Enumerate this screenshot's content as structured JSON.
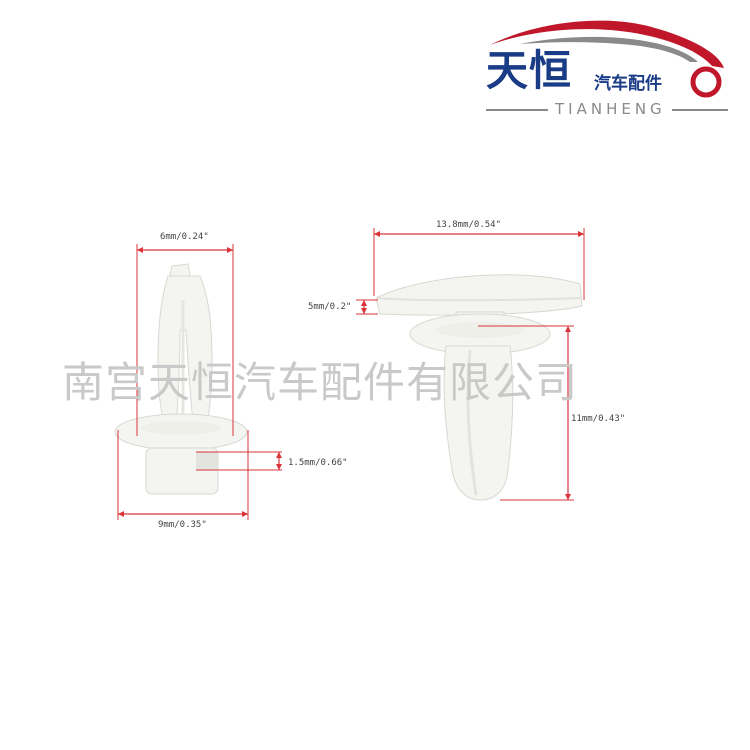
{
  "logo": {
    "name_cn": "天恒",
    "tagline_cn": "汽车配件",
    "name_en": "TIANHENG"
  },
  "watermark": "南宫天恒汽车配件有限公司",
  "dimensions": {
    "left_top_width": "6mm/0.24\"",
    "left_step_height": "1.5mm/0.66\"",
    "left_base_width": "9mm/0.35\"",
    "right_head_width": "13.8mm/0.54\"",
    "right_head_height": "5mm/0.2\"",
    "right_body_height": "11mm/0.43\""
  },
  "colors": {
    "brand_blue": "#1a3b86",
    "brand_red": "#c0182a",
    "logo_gray": "#8a8a8a",
    "dimension_red": "#d9343a",
    "dimension_text": "#444444",
    "clip_white": "#f4f4f1",
    "clip_shadow": "#d8d8d2",
    "watermark": "#c9c9c9"
  }
}
